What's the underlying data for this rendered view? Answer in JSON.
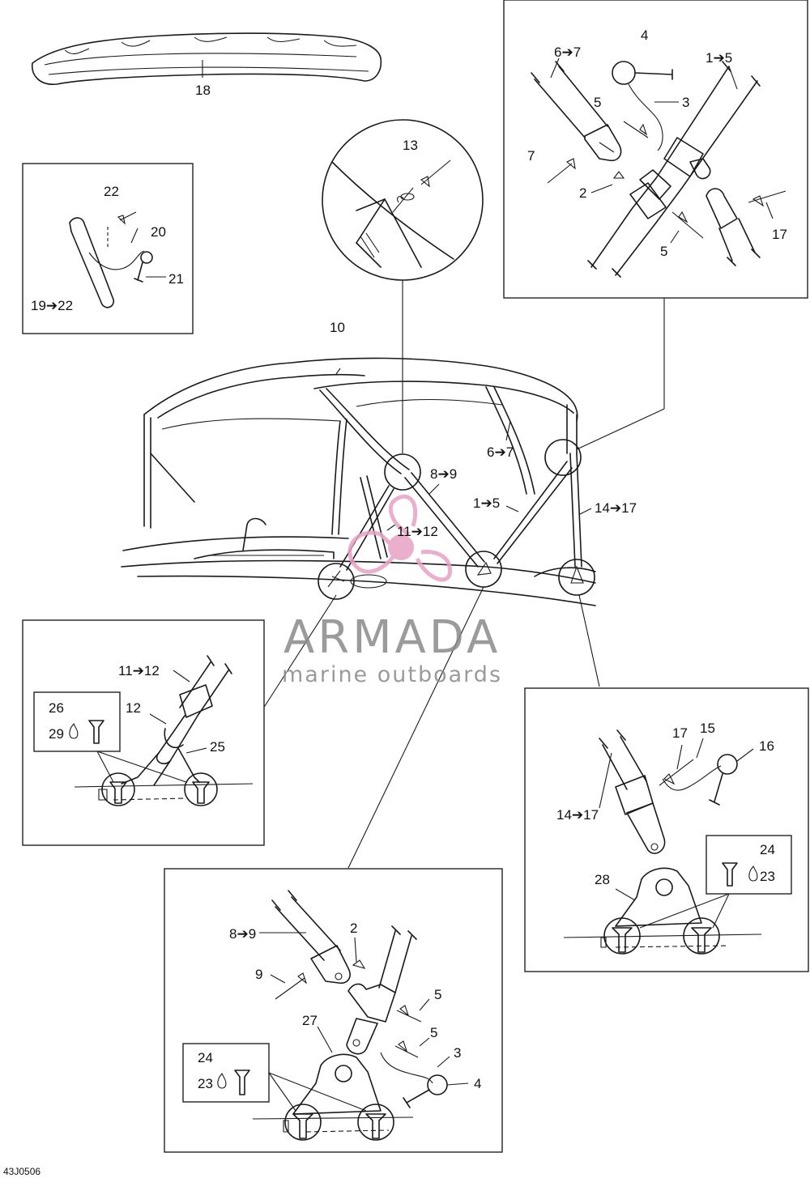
{
  "diagram_code": "43J0506",
  "watermark": {
    "brand": "ARMADA",
    "tagline": "marine outboards",
    "color": "#e8a0c4"
  },
  "callouts": {
    "c18": "18",
    "c22a": "22",
    "c20": "20",
    "c21": "21",
    "c19_22": "19➔22",
    "c13": "13",
    "c10": "10",
    "c6_7a": "6➔7",
    "c8_9a": "8➔9",
    "c1_5a": "1➔5",
    "c14_17a": "14➔17",
    "c11_12a": "11➔12",
    "c4a": "4",
    "c6_7b": "6➔7",
    "c1_5b": "1➔5",
    "c5a": "5",
    "c3a": "3",
    "c7": "7",
    "c2a": "2",
    "c17a": "17",
    "c5b": "5",
    "c11_12b": "11➔12",
    "c26": "26",
    "c12": "12",
    "c29": "29",
    "c25": "25",
    "c17b": "17",
    "c15": "15",
    "c16": "16",
    "c14_17b": "14➔17",
    "c24a": "24",
    "c23a": "23",
    "c28": "28",
    "c8_9b": "8➔9",
    "c2b": "2",
    "c9": "9",
    "c5c": "5",
    "c27": "27",
    "c5d": "5",
    "c3b": "3",
    "c4b": "4",
    "c24b": "24",
    "c23b": "23"
  }
}
